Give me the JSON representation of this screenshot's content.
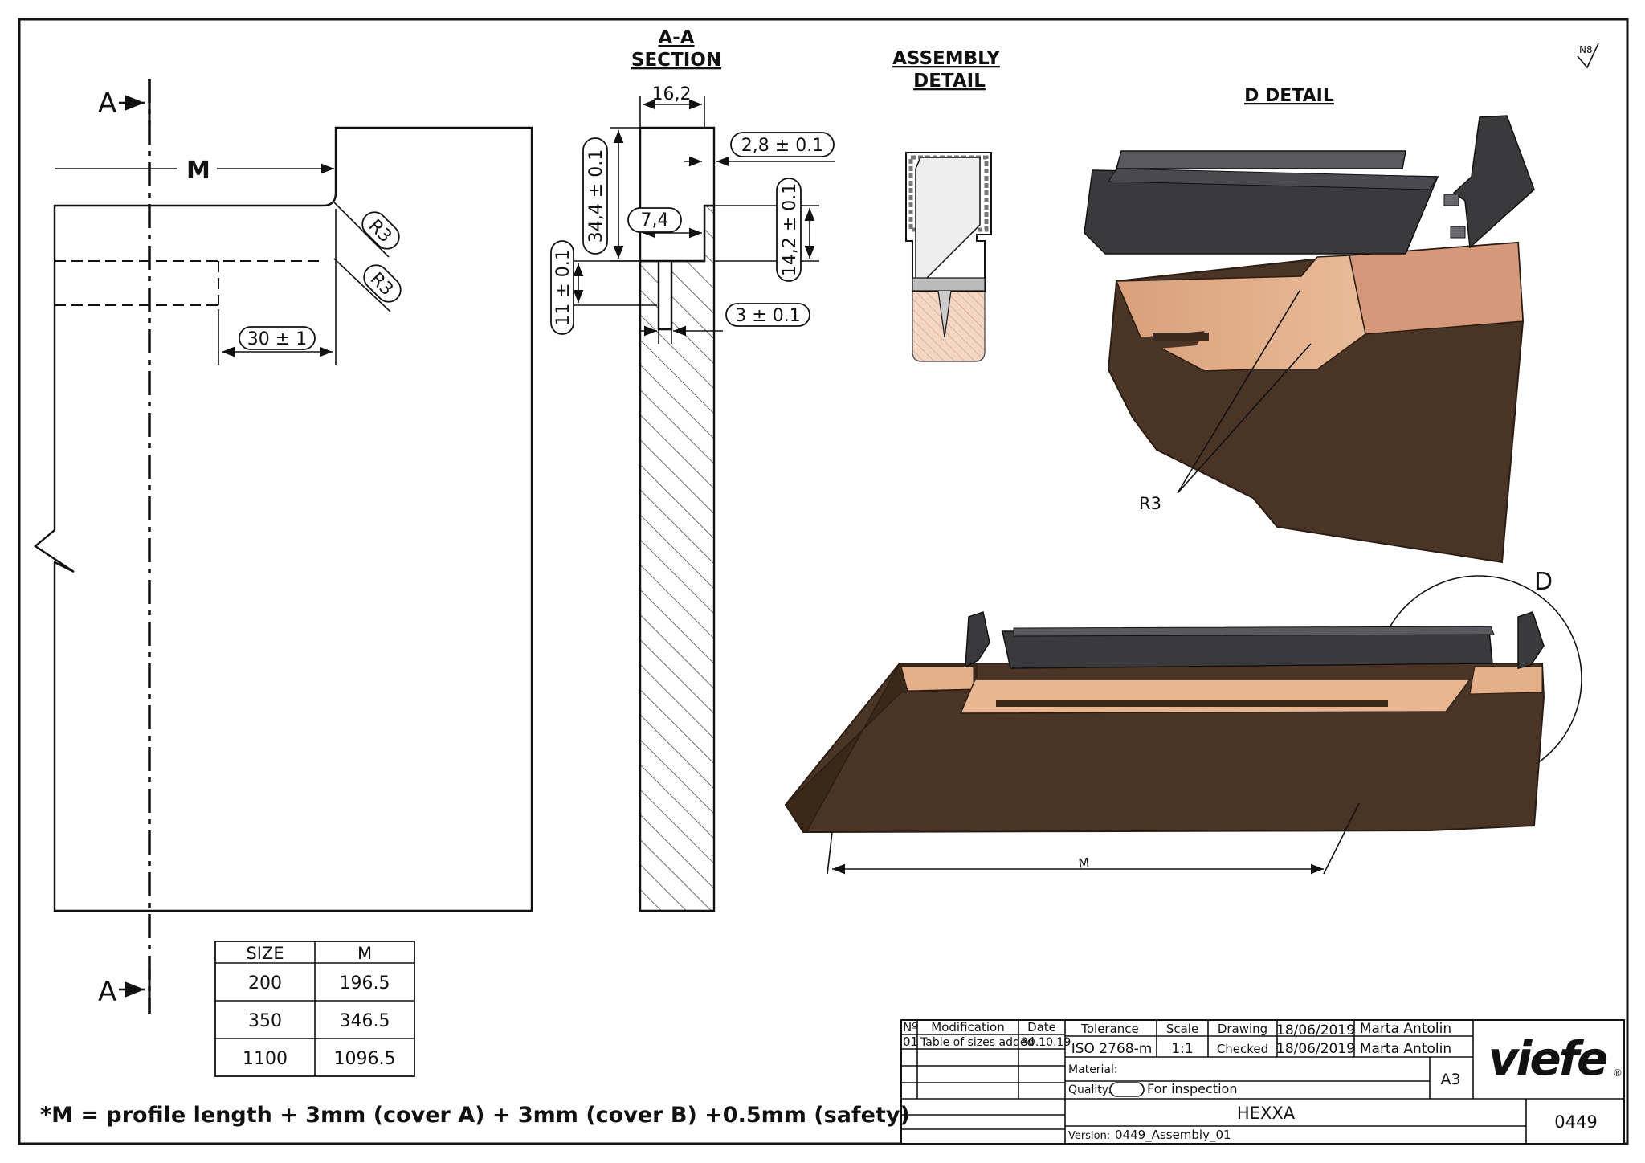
{
  "section_labels": {
    "cut_mark_top": "A",
    "cut_mark_bottom": "A",
    "section_title_1": "A-A",
    "section_title_2": "SECTION",
    "assembly_title_1": "ASSEMBLY",
    "assembly_title_2": "DETAIL",
    "d_detail_title": "D DETAIL",
    "detail_circle_label": "D",
    "surface_symbol": "N8"
  },
  "left_view": {
    "m_label": "M",
    "radius_1": "R3",
    "radius_2": "R3",
    "offset_dim": "30 ± 1"
  },
  "section_dims": {
    "width": "16,2",
    "height": "34,4 ± 0.1",
    "slot": "7,4",
    "depth": "11 ± 0.1",
    "lip": "2,8 ± 0.1",
    "inner_height": "14,2 ± 0.1",
    "gap": "3 ± 0.1"
  },
  "d_detail": {
    "radius": "R3"
  },
  "iso_view": {
    "m_label": "M"
  },
  "size_table": {
    "headers": [
      "SIZE",
      "M"
    ],
    "rows": [
      [
        "200",
        "196.5"
      ],
      [
        "350",
        "346.5"
      ],
      [
        "1100",
        "1096.5"
      ]
    ]
  },
  "footnote": "*M = profile length + 3mm (cover A) + 3mm (cover B) +0.5mm (safety)",
  "title_block": {
    "no_label": "Nº",
    "modification_label": "Modification",
    "date_label": "Date",
    "rev_no": "01",
    "rev_text": "Table of sizes added",
    "rev_date": "30.10.19",
    "tolerance_label": "Tolerance",
    "tolerance_value": "ISO 2768-m",
    "scale_label": "Scale",
    "scale_value": "1:1",
    "drawing_label": "Drawing",
    "drawing_date": "18/06/2019",
    "drawing_by": "Marta Antolin",
    "checked_label": "Checked",
    "checked_date": "18/06/2019",
    "checked_by": "Marta Antolin",
    "material_label": "Material:",
    "quality_label": "Quality:",
    "quality_value": "For inspection",
    "sheet_size": "A3",
    "product_name": "HEXXA",
    "version_label": "Version:",
    "version_value": "0449_Assembly_01",
    "drawing_number": "0449",
    "logo_text": "viefe",
    "logo_mark": "®"
  },
  "colors": {
    "dark_wood": "#4a3426",
    "light_wood": "#e3b08a",
    "profile_dark": "#3a3a3c",
    "profile_mid": "#5a5a5e"
  }
}
